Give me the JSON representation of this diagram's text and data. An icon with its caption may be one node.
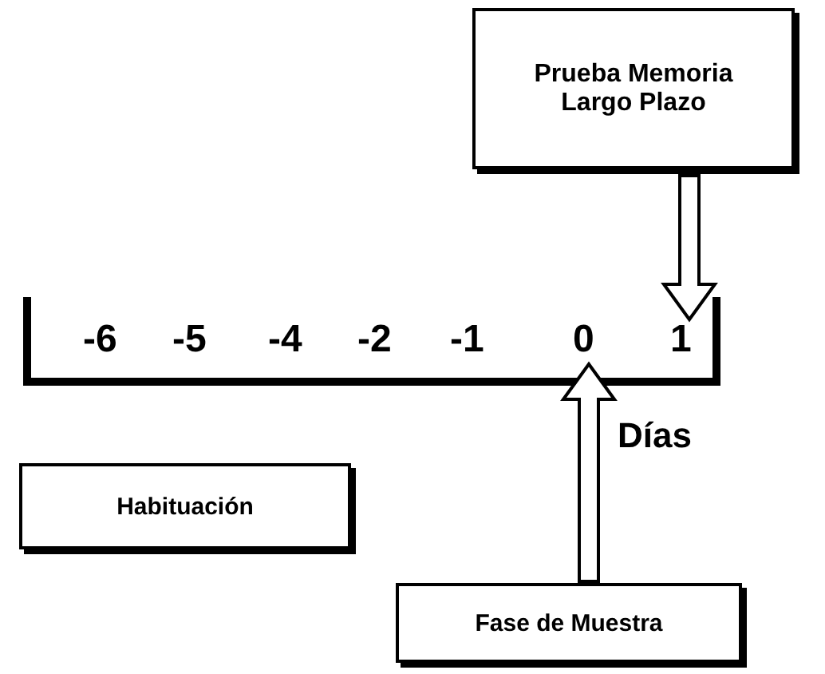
{
  "diagram": {
    "nodes": [
      {
        "text": [
          "Prueba Memoria Largo Plazo"
        ]
      },
      {
        "text": [
          "1"
        ]
      },
      {
        "text": [
          "0"
        ]
      },
      {
        "text": [
          "Habituación"
        ]
      },
      {
        "text": [
          "Fase de Muestra"
        ]
      }
    ],
    "edges": [
      {
        "from": 0,
        "to": 1,
        "arrow": "to"
      },
      {
        "from": 4,
        "to": 2,
        "arrow": "to"
      }
    ],
    "labels": [
      "-6",
      "-5",
      "-4",
      "-2",
      "-1",
      "Días"
    ]
  }
}
